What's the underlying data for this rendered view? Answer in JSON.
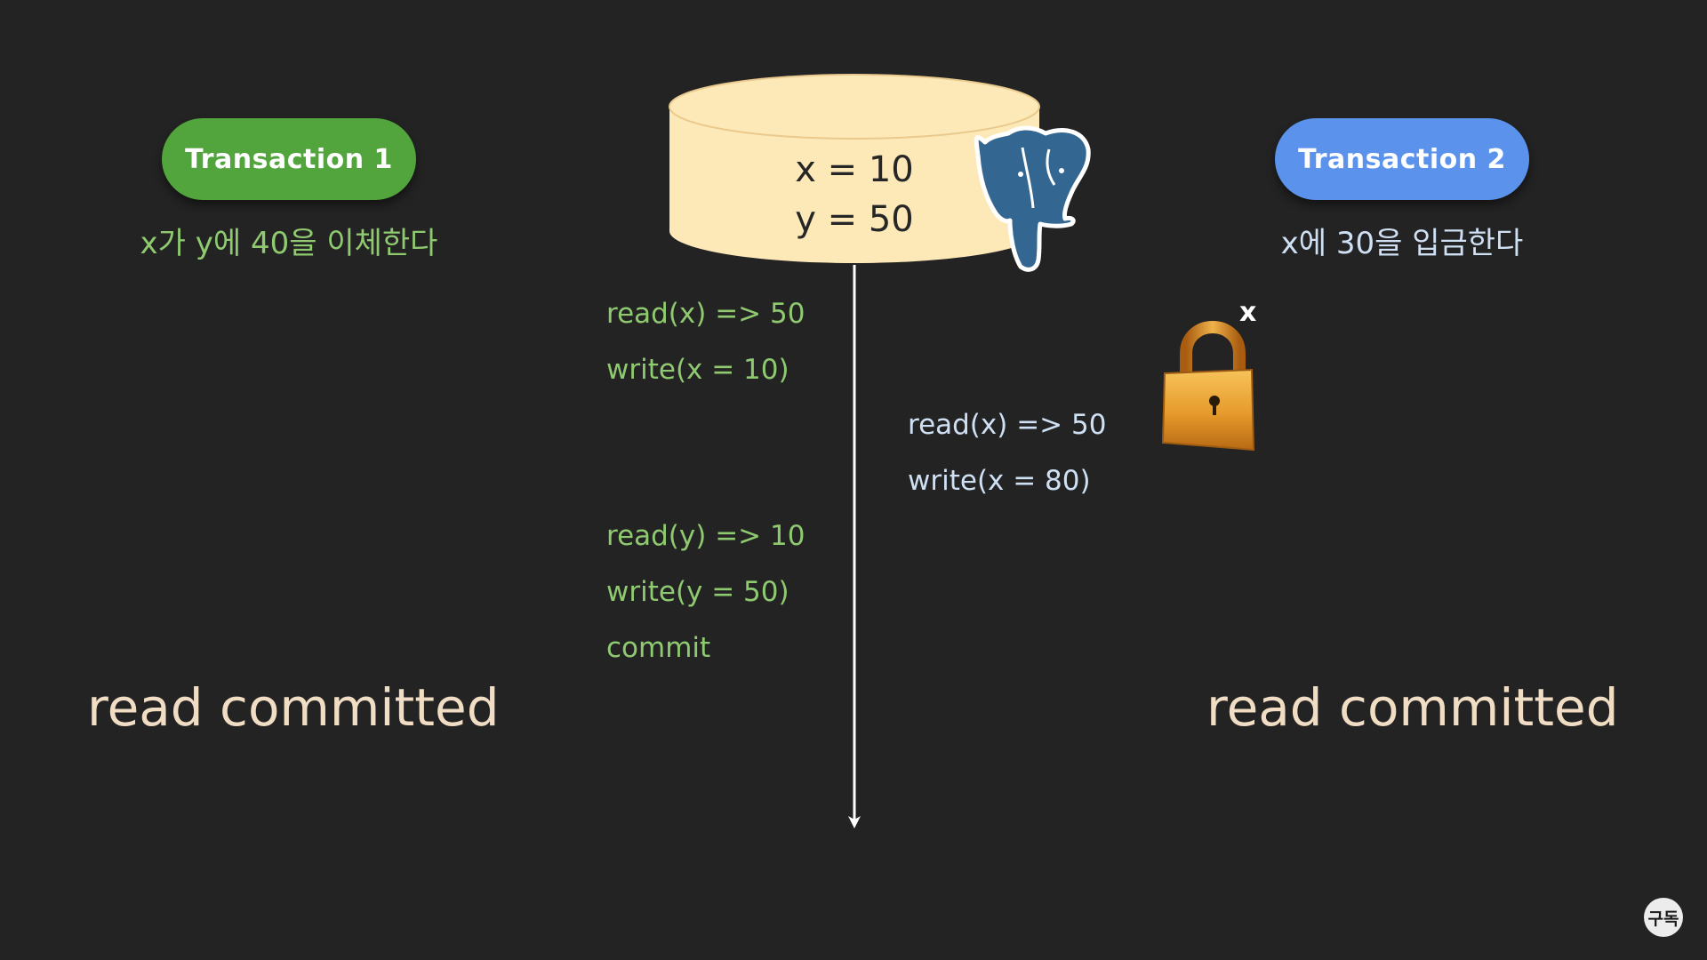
{
  "transaction1": {
    "label": "Transaction 1",
    "description": "x가 y에 40을 이체한다",
    "color": "#52a43c",
    "text_color": "#8fc970"
  },
  "transaction2": {
    "label": "Transaction 2",
    "description": "x에 30을 입금한다",
    "color": "#5b93ec",
    "text_color": "#cfe0f4"
  },
  "database": {
    "x_line": "x = 10",
    "y_line": "y = 50",
    "fill": "#fde9b8",
    "icon": "postgresql-elephant-icon"
  },
  "t1_ops": [
    "read(x) => 50",
    "write(x = 10)",
    "read(y) => 10",
    "write(y = 50)",
    "commit"
  ],
  "t2_ops": [
    "read(x) => 50",
    "write(x = 80)"
  ],
  "lock": {
    "icon": "padlock-icon",
    "label": "x"
  },
  "isolation_left": "read committed",
  "isolation_right": "read committed",
  "badge": "구독"
}
